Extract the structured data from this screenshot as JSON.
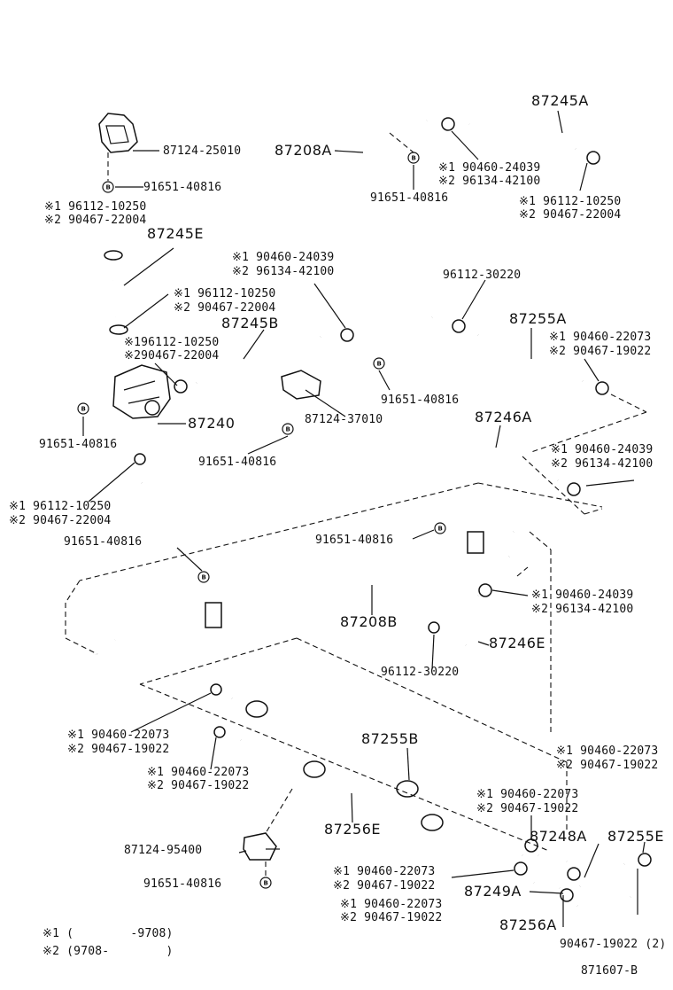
{
  "labels": {
    "p87245A": "87245A",
    "p87124_25010": "87124-25010",
    "p87208A": "87208A",
    "c1_90460_24039_top": "※1 90460-24039",
    "c2_96134_42100_top": "※2 96134-42100",
    "b91651_40816_a": "91651-40816",
    "b91651_40816_b": "91651-40816",
    "c1_96112_10250_right": "※1 96112-10250",
    "c2_90467_22004_right": "※2 90467-22004",
    "c1_96112_10250_left": "※1 96112-10250",
    "c2_90467_22004_left": "※2 90467-22004",
    "p87245E": "87245E",
    "c1_90460_24039_mid": "※1 90460-24039",
    "c2_96134_42100_mid": "※2 96134-42100",
    "p96112_30220_top": "96112-30220",
    "c1_96112_10250_mid": "※1 96112-10250",
    "c2_90467_22004_mid": "※2 90467-22004",
    "p87245B": "87245B",
    "p87255A": "87255A",
    "c1_196112_10250": "※196112-10250",
    "c2_290467_22004": "※290467-22004",
    "c1_90460_22073_a": "※1 90460-22073",
    "c2_90467_19022_a": "※2 90467-19022",
    "b91651_40816_c": "91651-40816",
    "p87124_37010": "87124-37010",
    "p87240": "87240",
    "p87246A": "87246A",
    "b91651_40816_d": "91651-40816",
    "b91651_40816_e": "91651-40816",
    "c1_90460_24039_b": "※1 90460-24039",
    "c2_96134_42100_b": "※2 96134-42100",
    "c1_96112_10250_low": "※1 96112-10250",
    "c2_90467_22004_low": "※2 90467-22004",
    "b91651_40816_f": "91651-40816",
    "b91651_40816_g": "91651-40816",
    "c1_90460_24039_c": "※1 90460-24039",
    "c2_96134_42100_c": "※2 96134-42100",
    "p87208B": "87208B",
    "p87246E": "87246E",
    "p96112_30220_low": "96112-30220",
    "c1_90460_22073_b": "※1 90460-22073",
    "c2_90467_19022_b": "※2 90467-19022",
    "c1_90460_22073_c": "※1 90460-22073",
    "c2_90467_19022_c": "※2 90467-19022",
    "p87255B": "87255B",
    "c1_90460_22073_d": "※1 90460-22073",
    "c2_90467_19022_d": "※2 90467-19022",
    "c1_90460_22073_e": "※1 90460-22073",
    "c2_90467_19022_e": "※2 90467-19022",
    "p87256E": "87256E",
    "p87124_95400": "87124-95400",
    "p87248A": "87248A",
    "p87255E": "87255E",
    "c1_90460_22073_f": "※1 90460-22073",
    "c2_90467_19022_f": "※2 90467-19022",
    "b91651_40816_h": "91651-40816",
    "p87249A": "87249A",
    "c1_90460_22073_g": "※1 90460-22073",
    "c2_90467_19022_g": "※2 90467-19022",
    "p87256A": "87256A",
    "p90467_19022_2": "90467-19022 (2)",
    "legend1": "※1 (        -9708)",
    "legend2": "※2 (9708-        )",
    "figure_id": "871607-B"
  },
  "bolt_marker": "B"
}
